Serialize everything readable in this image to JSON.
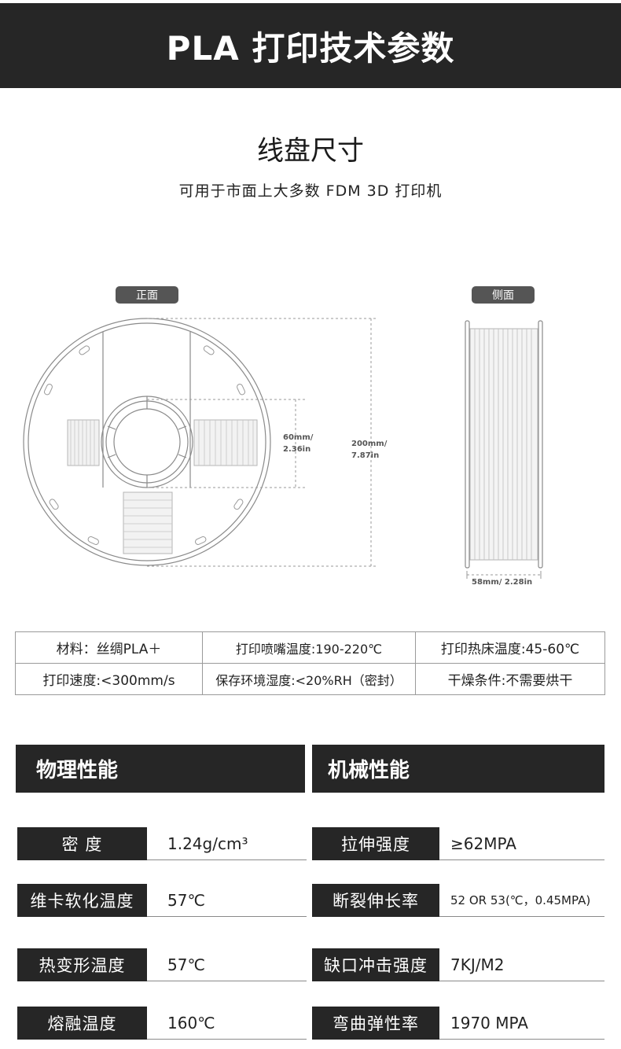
{
  "header": {
    "title": "PLA 打印技术参数"
  },
  "spool": {
    "title": "线盘尺寸",
    "subtitle": "可用于市面上大多数 FDM 3D 打印机",
    "front_label": "正面",
    "side_label": "侧面",
    "hub_dim_mm": "60mm/",
    "hub_dim_in": "2.36in",
    "outer_dim_mm": "200mm/",
    "outer_dim_in": "7.87in",
    "width_dim": "58mm/ 2.28in"
  },
  "specs": {
    "rows": [
      [
        "材料：丝绸PLA＋",
        "打印喷嘴温度:190-220℃",
        "打印热床温度:45-60℃"
      ],
      [
        "打印速度:<300mm/s",
        "保存环境湿度:<20%RH（密封）",
        "干燥条件:不需要烘干"
      ]
    ]
  },
  "physical": {
    "title": "物理性能",
    "items": [
      {
        "label": "密 度",
        "value": "1.24g/cm³"
      },
      {
        "label": "维卡软化温度",
        "value": "57℃"
      },
      {
        "label": "热变形温度",
        "value": "57℃"
      },
      {
        "label": "熔融温度",
        "value": "160℃"
      }
    ]
  },
  "mechanical": {
    "title": "机械性能",
    "items": [
      {
        "label": "拉伸强度",
        "value": "≥62MPA"
      },
      {
        "label": "断裂伸长率",
        "value": "52 OR 53(℃，0.45MPA)"
      },
      {
        "label": "缺口冲击强度",
        "value": "7KJ/M2"
      },
      {
        "label": "弯曲弹性率",
        "value": "1970 MPA"
      }
    ]
  },
  "colors": {
    "dark": "#262626",
    "label_gray": "#555555",
    "line": "#9a9a9a"
  }
}
